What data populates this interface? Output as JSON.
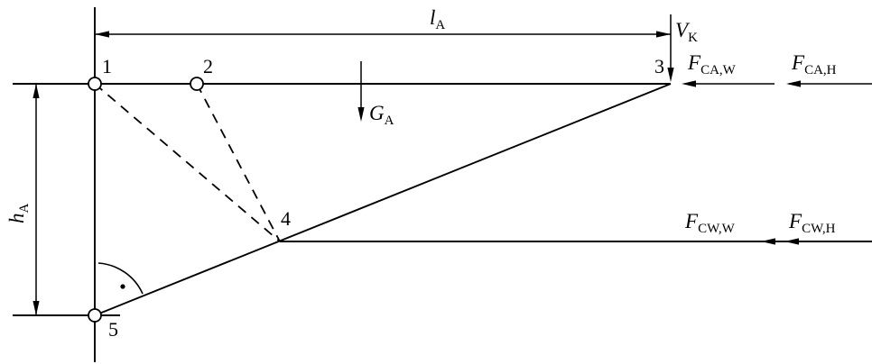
{
  "labels": {
    "points": {
      "p1": "1",
      "p2": "2",
      "p3": "3",
      "p4": "4",
      "p5": "5"
    },
    "la": {
      "main": "l",
      "sub": "A"
    },
    "ha": {
      "main": "h",
      "sub": "A"
    },
    "vk": {
      "main": "V",
      "sub": "K"
    },
    "ga": {
      "main": "G",
      "sub": "A"
    },
    "fcaw": {
      "main": "F",
      "sub": "CA,W"
    },
    "fcah": {
      "main": "F",
      "sub": "CA,H"
    },
    "fcww": {
      "main": "F",
      "sub": "CW,W"
    },
    "fcwh": {
      "main": "F",
      "sub": "CW,H"
    }
  },
  "colors": {
    "ink": "#000000",
    "background": "#ffffff"
  }
}
